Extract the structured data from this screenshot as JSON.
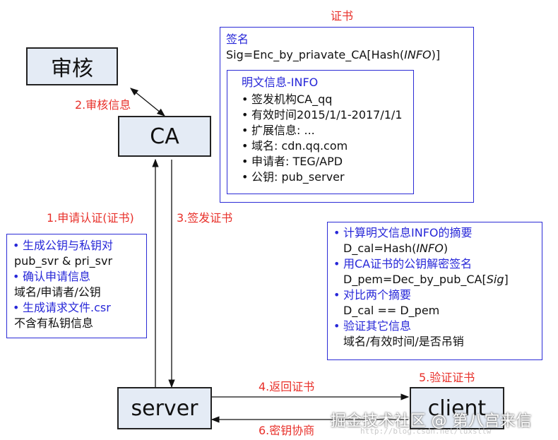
{
  "nodes": {
    "audit": "审核",
    "ca": "CA",
    "server": "server",
    "client": "client"
  },
  "labels": {
    "certificate_title": "证书",
    "step1": "1.申请认证(证书)",
    "step2": "2.审核信息",
    "step3": "3.签发证书",
    "step4": "4.返回证书",
    "step5": "5.验证证书",
    "step6": "6.密钥协商"
  },
  "certificate": {
    "signature_label": "签名",
    "signature_formula_prefix": "Sig=Enc_by_priavate_CA[Hash(",
    "signature_formula_italic": "INFO",
    "signature_formula_suffix": ")]",
    "info_title": "明文信息-INFO",
    "info_items": [
      "签发机构CA_qq",
      "有效时间2015/1/1-2017/1/1",
      "扩展信息: ...",
      "域名: cdn.qq.com",
      "申请者: TEG/APD",
      "公钥: pub_server"
    ]
  },
  "server_steps": [
    {
      "title": "生成公钥与私钥对",
      "detail": "pub_svr & pri_svr"
    },
    {
      "title": "确认申请信息",
      "detail": "域名/申请者/公钥"
    },
    {
      "title": "生成请求文件.csr",
      "detail": "不含有私钥信息"
    }
  ],
  "client_steps": [
    {
      "title": "计算明文信息INFO的摘要",
      "detail_prefix": "D_cal=Hash(",
      "detail_italic": "INFO",
      "detail_suffix": ")"
    },
    {
      "title": "用CA证书的公钥解密签名",
      "detail_prefix": "D_pem=Dec_by_pub_CA[",
      "detail_italic": "Sig",
      "detail_suffix": "]"
    },
    {
      "title": "对比两个摘要",
      "detail_prefix": "D_cal == D_pem",
      "detail_italic": "",
      "detail_suffix": ""
    },
    {
      "title": "验证其它信息",
      "detail_prefix": "域名/有效时间/是否吊销",
      "detail_italic": "",
      "detail_suffix": ""
    }
  ],
  "watermark": {
    "text": "掘金技术社区 @ 第八宫来信",
    "url": "http://blog.csdn.net/luxsttw"
  },
  "colors": {
    "node_fill": "#e4ebf5",
    "accent_blue": "#2727d8",
    "label_red": "#e8302a"
  }
}
